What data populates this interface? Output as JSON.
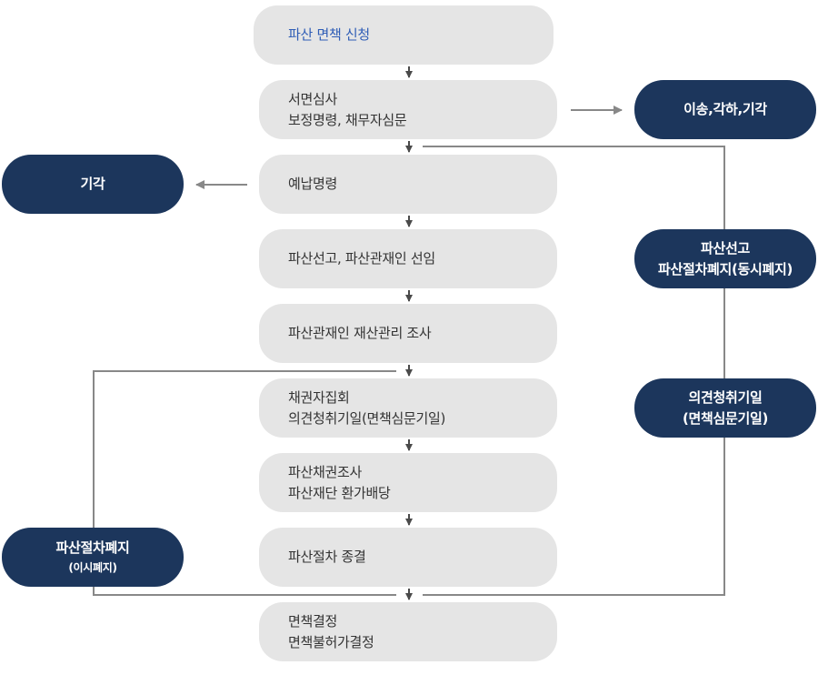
{
  "main_steps": [
    {
      "lines": [
        "파산 면책 신청"
      ]
    },
    {
      "lines": [
        "서면심사",
        "보정명령, 채무자심문"
      ]
    },
    {
      "lines": [
        "예납명령"
      ]
    },
    {
      "lines": [
        "파산선고, 파산관재인 선임"
      ]
    },
    {
      "lines": [
        "파산관재인 재산관리 조사"
      ]
    },
    {
      "lines": [
        "채권자집회",
        "의견청취기일(면책심문기일)"
      ]
    },
    {
      "lines": [
        "파산채권조사",
        "파산재단 환가배당"
      ]
    },
    {
      "lines": [
        "파산절차 종결"
      ]
    },
    {
      "lines": [
        "면책결정",
        "면책불허가결정"
      ]
    }
  ],
  "side_boxes": {
    "dismissal": {
      "lines": [
        "이송,각하,기각"
      ]
    },
    "rejection": {
      "lines": [
        "기각"
      ]
    },
    "simultaneous_abolition": {
      "lines": [
        "파산선고",
        "파산절차폐지(동시폐지)"
      ]
    },
    "opinion_hearing": {
      "lines": [
        "의견청취기일",
        "(면책심문기일)"
      ]
    },
    "abolition_after": {
      "title": "파산절차폐지",
      "note": "(이시폐지)"
    }
  },
  "colors": {
    "main_box": "#e5e5e5",
    "side_box": "#1c365c",
    "start_text": "#2f5db6",
    "arrow": "#4a4a4a",
    "connector": "#888888"
  }
}
